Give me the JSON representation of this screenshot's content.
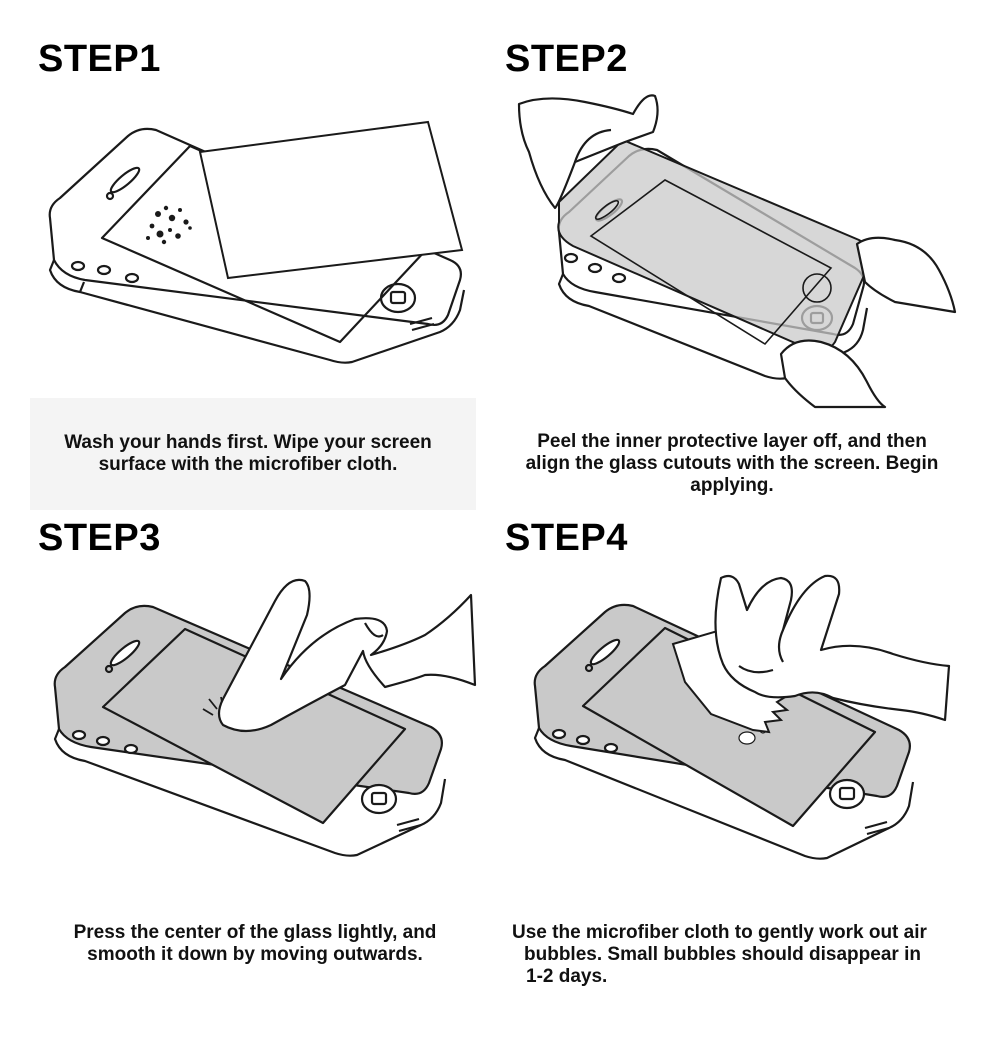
{
  "steps": [
    {
      "title": "STEP1",
      "caption_lines": [
        "Wash your hands first. Wipe your screen",
        "surface with the microfiber cloth."
      ],
      "illustration": "phone-with-cloth-wiping-dust"
    },
    {
      "title": "STEP2",
      "caption_lines": [
        "Peel the inner protective layer off, and then",
        "align the glass cutouts with the screen. Begin",
        "applying."
      ],
      "illustration": "hands-placing-glass-on-phone"
    },
    {
      "title": "STEP3",
      "caption_lines": [
        "Press the center of the glass lightly, and",
        "smooth it down by moving outwards."
      ],
      "illustration": "finger-pressing-screen-center"
    },
    {
      "title": "STEP4",
      "caption_lines": [
        "Use the microfiber cloth to gently work out air",
        "bubbles. Small bubbles should disappear in",
        "1-2 days."
      ],
      "illustration": "hand-with-cloth-removing-bubbles"
    }
  ],
  "colors": {
    "line": "#1a1a1a",
    "glass_fill": "#c9c9c9",
    "panel_bg": "#f4f4f4"
  }
}
